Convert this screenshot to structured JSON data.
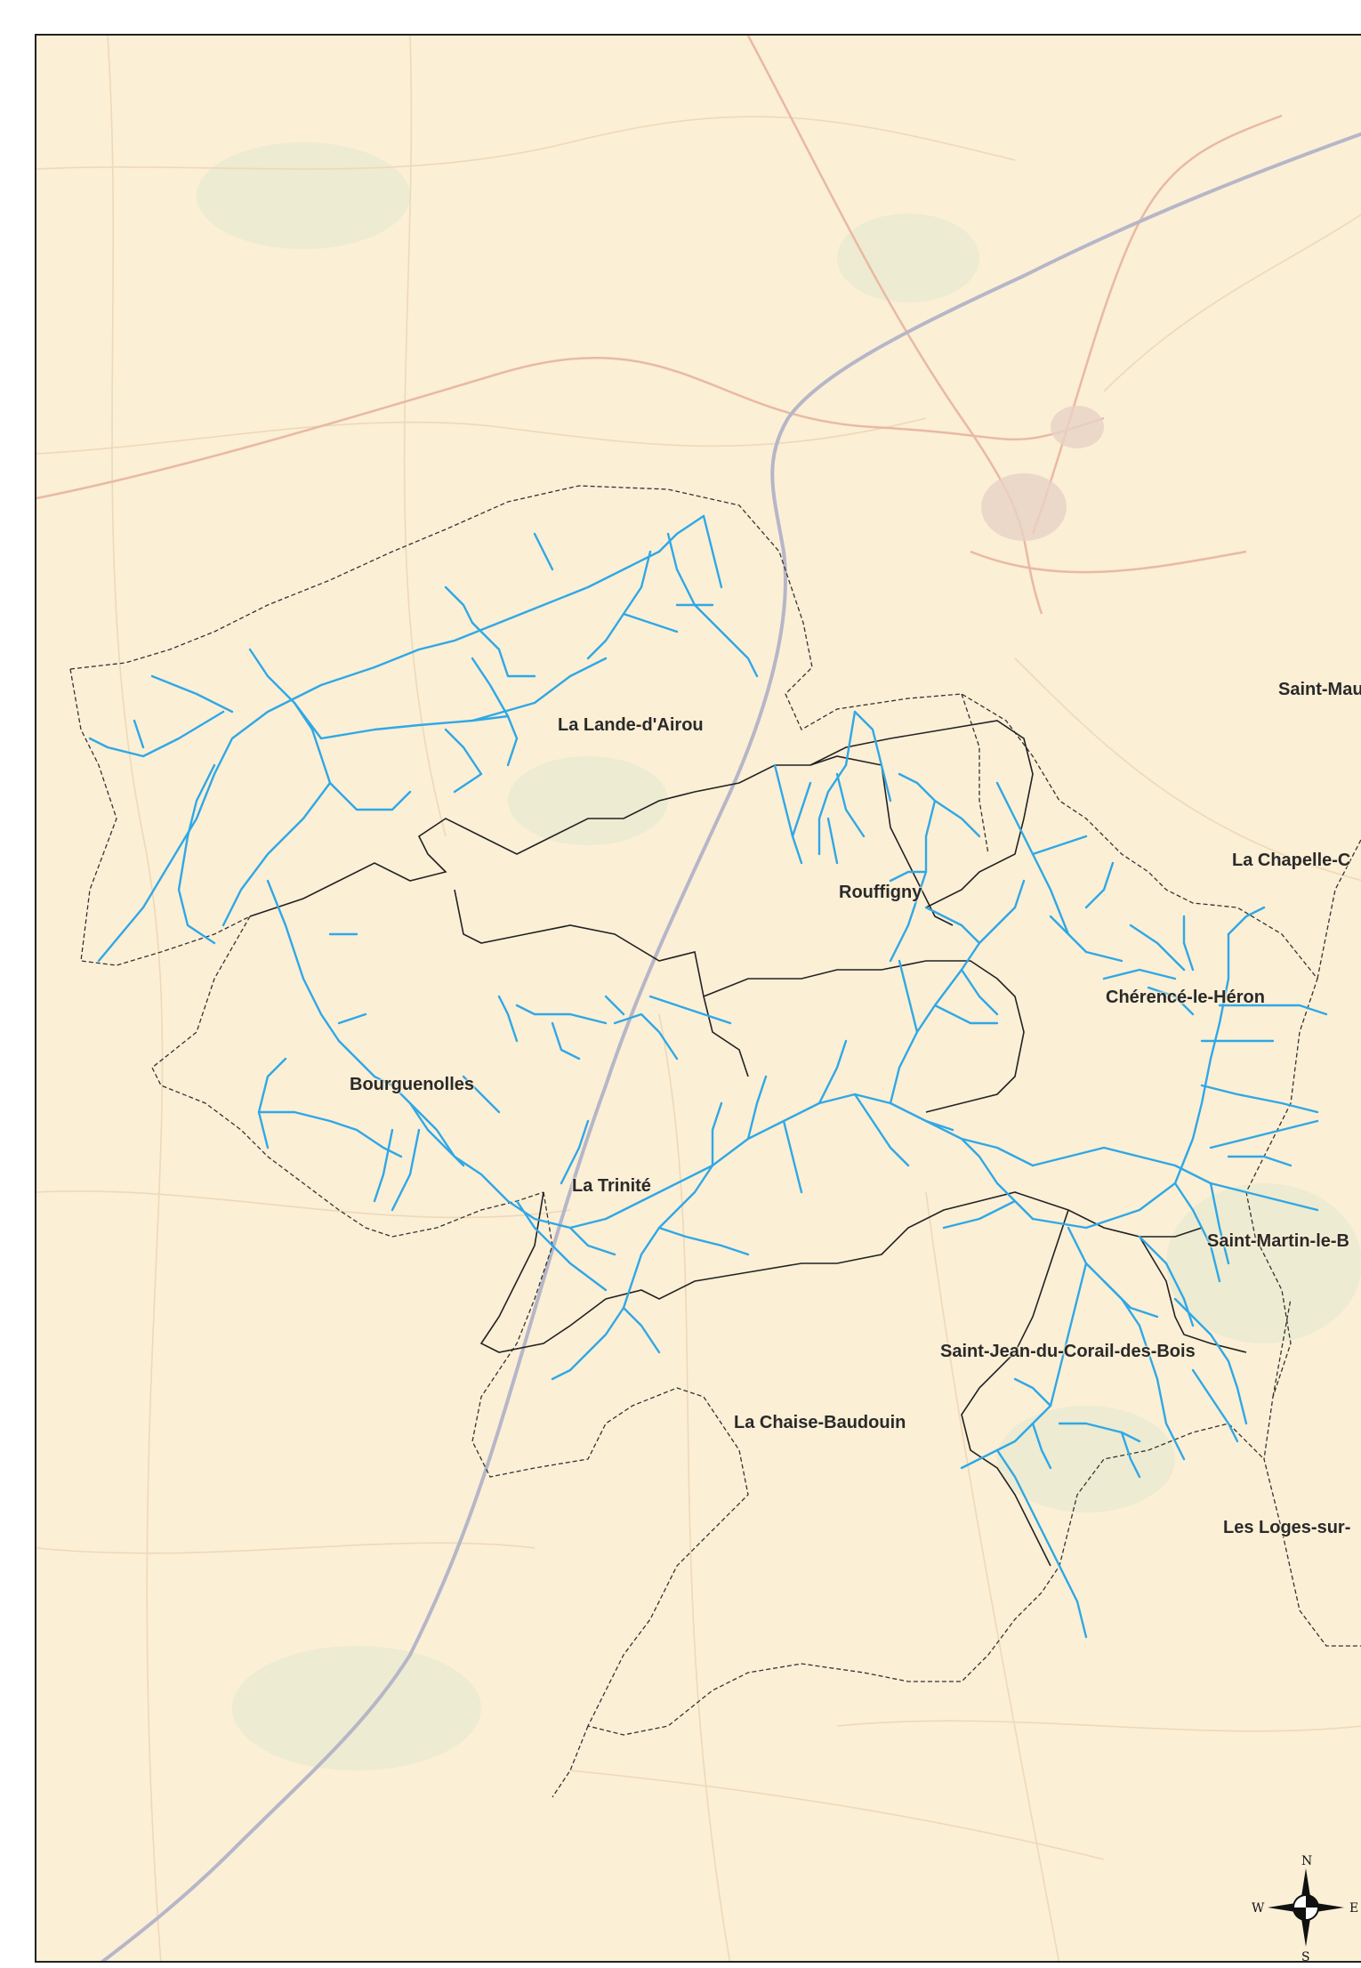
{
  "map": {
    "background_color": "#fbefd6",
    "network_color": "#2fa8e6",
    "boundary_color": "#222222",
    "railway_color": "#b6b6c8",
    "road_color": "#e9b9a3",
    "places": [
      {
        "name": "La Lande-d'Airou"
      },
      {
        "name": "Rouffigny"
      },
      {
        "name": "Chérencé-le-Héron"
      },
      {
        "name": "Bourguenolles"
      },
      {
        "name": "La Trinité"
      },
      {
        "name": "Saint-Martin-le-B"
      },
      {
        "name": "Saint-Jean-du-Corail-des-Bois"
      },
      {
        "name": "La Chaise-Baudouin"
      },
      {
        "name": "Les Loges-sur-"
      },
      {
        "name": "Saint-Mau"
      },
      {
        "name": "La Chapelle-C"
      }
    ],
    "compass": {
      "north": "N",
      "south": "S",
      "east": "E",
      "west": "W"
    }
  }
}
